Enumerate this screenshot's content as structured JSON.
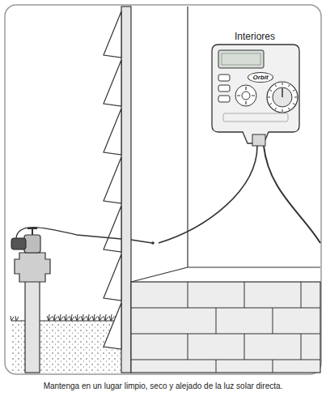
{
  "diagram": {
    "caption": "Mantenga en un lugar limpio, seco y alejado de la luz solar directa.",
    "nodes": [
      {
        "text": [
          "Orbit"
        ]
      }
    ],
    "labels": [
      "Interiores"
    ]
  }
}
